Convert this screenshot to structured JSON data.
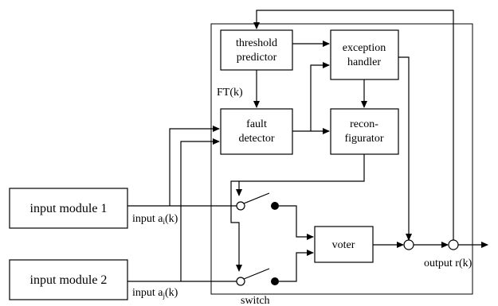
{
  "blocks": {
    "threshold_predictor": [
      "threshold",
      "predictor"
    ],
    "exception_handler": [
      "exception",
      "handler"
    ],
    "fault_detector": [
      "fault",
      "detector"
    ],
    "reconfigurator": [
      "recon-",
      "figurator"
    ],
    "voter": "voter",
    "input_module_1": "input module 1",
    "input_module_2": "input module 2"
  },
  "signals": {
    "ft": "FT(k)",
    "input_i": {
      "prefix": "input a",
      "sub": "i",
      "suffix": "(k)"
    },
    "input_j": {
      "prefix": "input a",
      "sub": "j",
      "suffix": "(k)"
    },
    "output": "output r(k)",
    "switch": "switch"
  }
}
